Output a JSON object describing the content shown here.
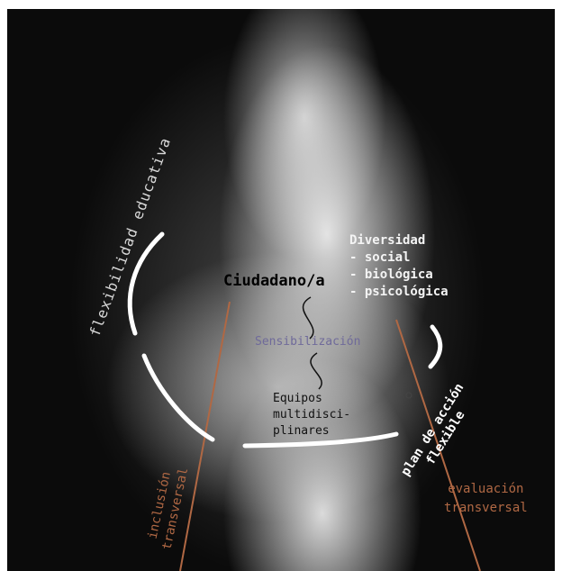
{
  "diagram": {
    "labels": {
      "flexibilidad": "flexibilidad educativa",
      "diversidad": "Diversidad\n- social\n- biológica\n- psicológica",
      "ciudadano": "Ciudadano/a",
      "sensibilizacion": "Sensibilización",
      "equipos": "Equipos\nmultidisci-\nplinares",
      "plan": "plan de acción\nflexible",
      "inclusion": "inclusión\ntransversal",
      "evaluacion": "evaluación\ntransversal"
    },
    "colors": {
      "background": "#0b0b0b",
      "arc": "#ffffff",
      "transversal_line": "#b06844",
      "sensibilizacion_text": "#6f6a9a"
    }
  }
}
